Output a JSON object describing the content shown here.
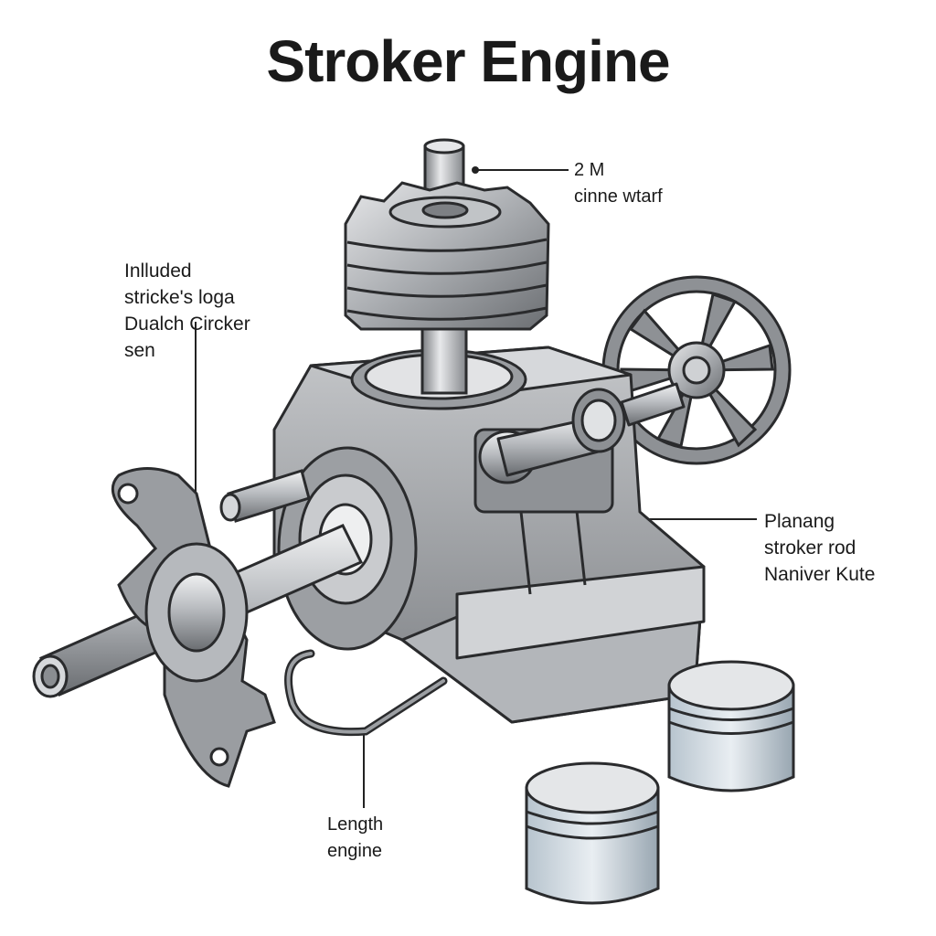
{
  "title": "Stroker Engine",
  "callouts": {
    "top": [
      "2 M",
      "cinne wtarf"
    ],
    "left": [
      "Inlluded",
      "stricke's loga",
      "Dualch Circker",
      "sen"
    ],
    "right": [
      "Planang",
      "stroker rod",
      "Naniver Kute"
    ],
    "bottom": [
      "Length",
      "engine"
    ]
  },
  "colors": {
    "metal_light": "#d9dbde",
    "metal_mid": "#a7aaae",
    "metal_dark": "#5c5f63",
    "outline": "#2a2b2d",
    "piston_blue": "#c9d6df"
  }
}
